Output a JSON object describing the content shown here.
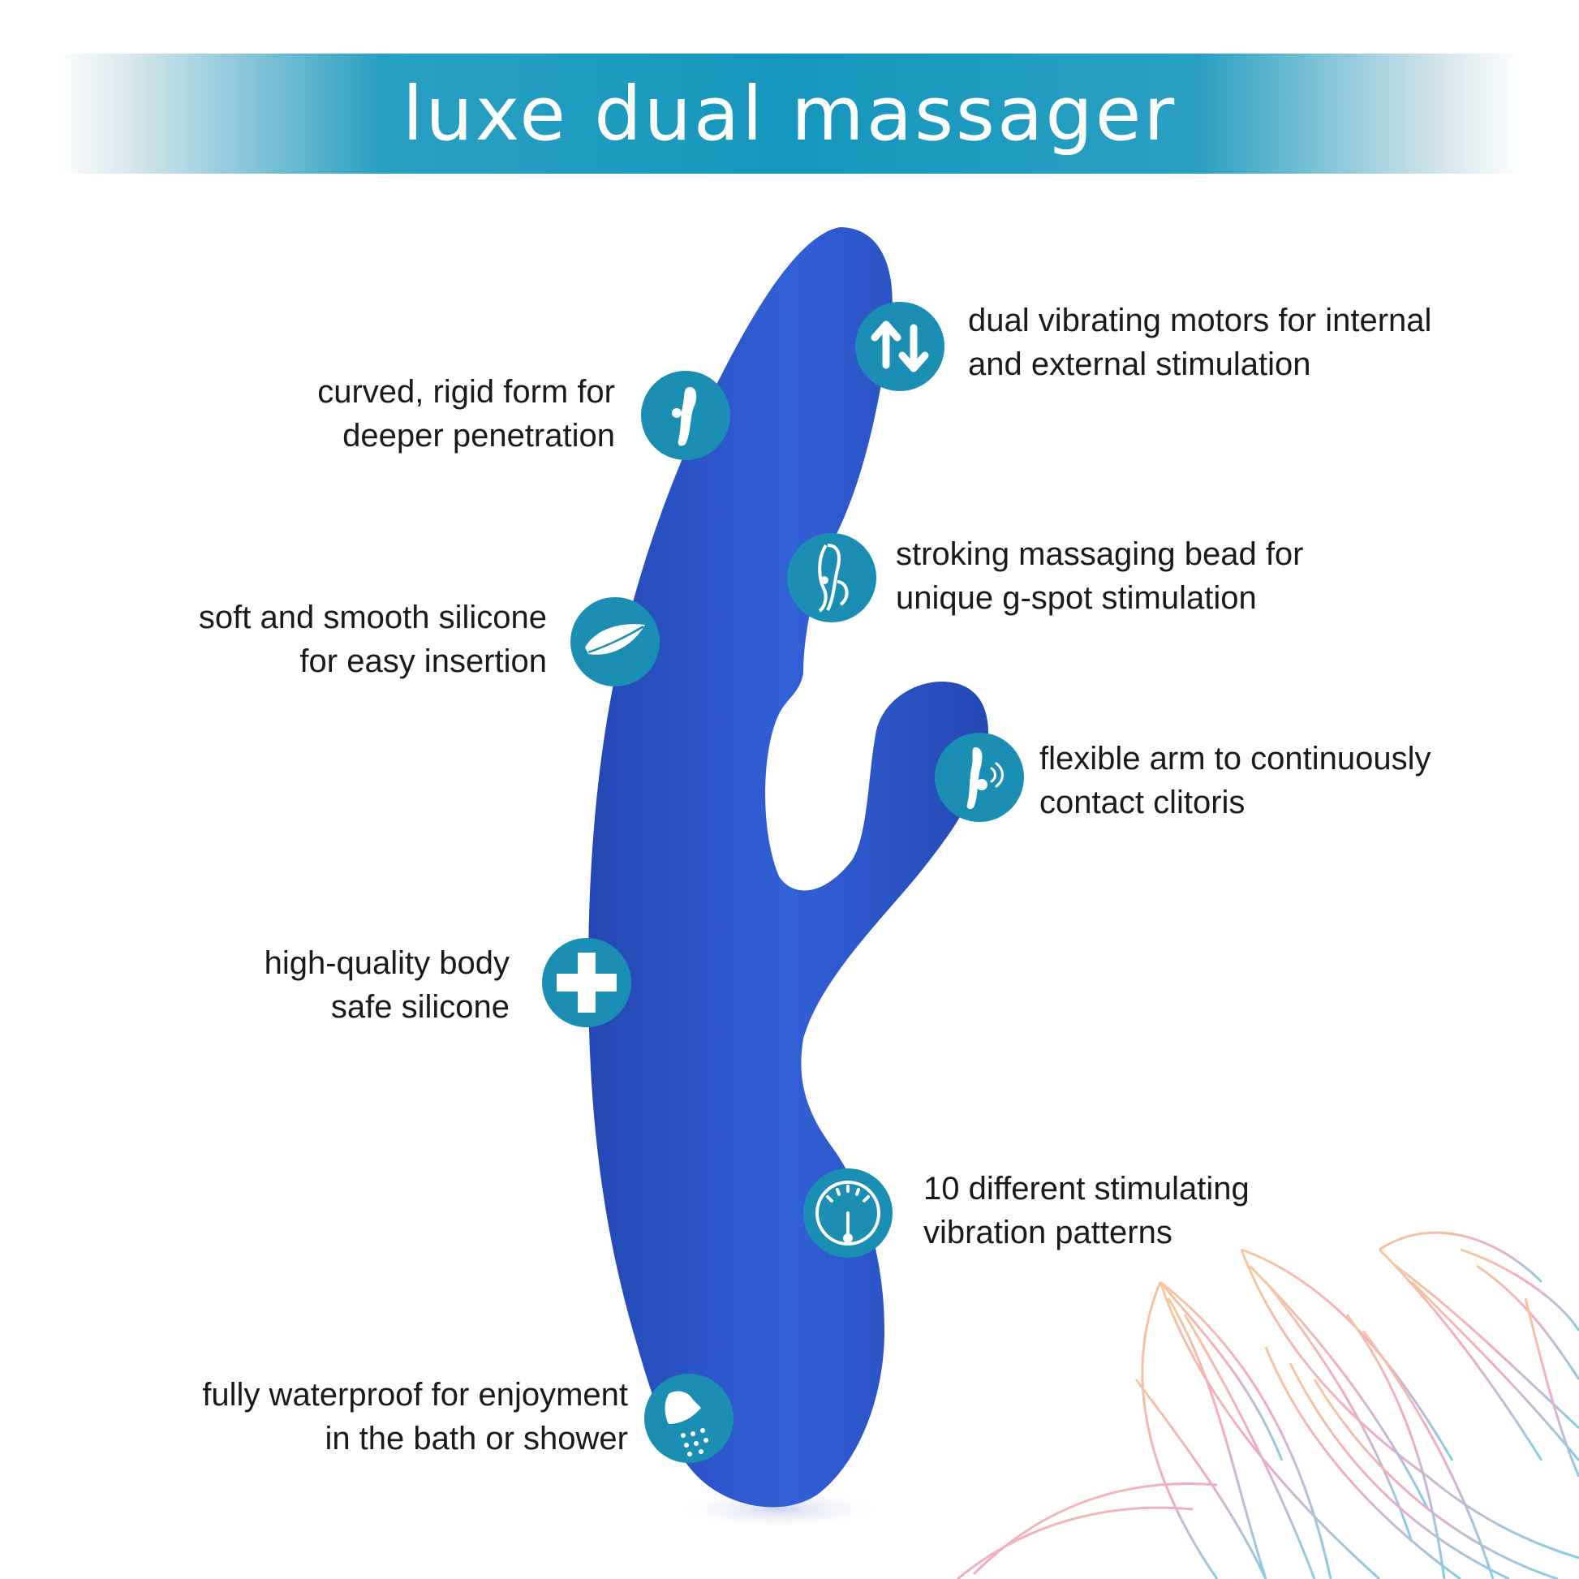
{
  "banner": {
    "title": "luxe dual massager"
  },
  "colors": {
    "accent": "#1a8fb3",
    "product": "#2b55c9",
    "banner": "#1596bd"
  },
  "features": {
    "dual_motors": {
      "line1": "dual vibrating motors for internal",
      "line2": "and external stimulation",
      "icon": "up-down-arrows-icon"
    },
    "curved_form": {
      "line1": "curved, rigid form for",
      "line2": "deeper penetration",
      "icon": "curved-shape-icon"
    },
    "massaging_bead": {
      "line1": "stroking massaging bead for",
      "line2": "unique g-spot stimulation",
      "icon": "bead-shape-icon"
    },
    "soft_silicone": {
      "line1": "soft and smooth silicone",
      "line2": "for easy insertion",
      "icon": "feather-icon"
    },
    "flexible_arm": {
      "line1": "flexible arm to continuously",
      "line2": "contact clitoris",
      "icon": "vibrating-arm-icon"
    },
    "body_safe": {
      "line1": "high-quality body",
      "line2": "safe silicone",
      "icon": "medical-cross-icon"
    },
    "patterns": {
      "line1": "10 different stimulating",
      "line2": "vibration patterns",
      "icon": "gauge-icon"
    },
    "waterproof": {
      "line1": "fully waterproof for enjoyment",
      "line2": "in the bath or shower",
      "icon": "shower-head-icon"
    }
  }
}
